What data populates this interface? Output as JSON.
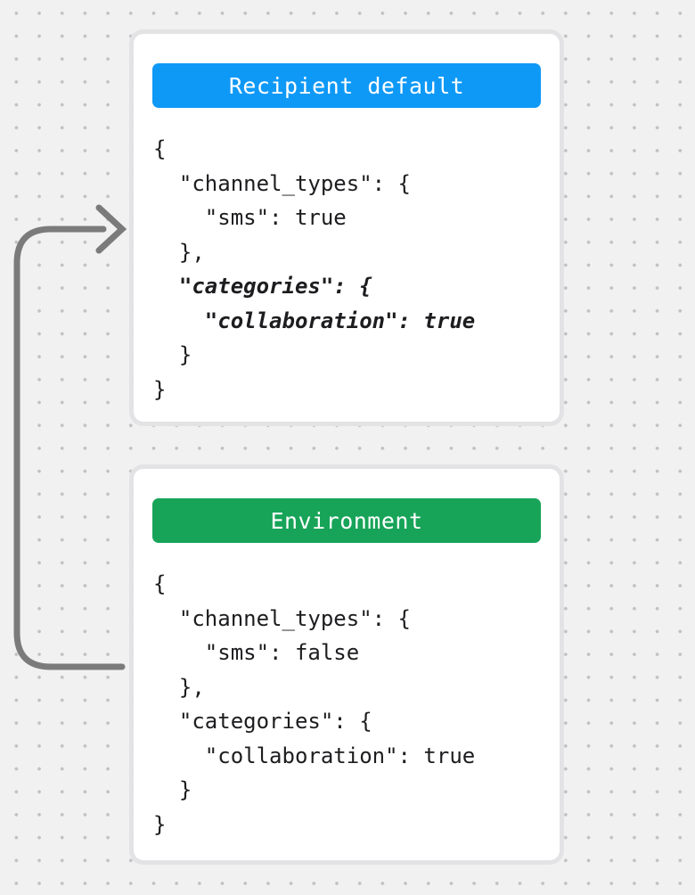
{
  "canvas": {
    "background_color": "#f1f1f2",
    "dot_color": "#c1c1c3"
  },
  "arrow": {
    "name": "environment-to-recipient-default-arrow",
    "color": "#7b7b7b"
  },
  "cards": [
    {
      "title": "Recipient default",
      "title_bg": "#0f99f7",
      "code_lines": [
        {
          "text": "{",
          "style": "normal"
        },
        {
          "text": "  \"channel_types\": {",
          "style": "normal"
        },
        {
          "text": "    \"sms\": true",
          "style": "normal"
        },
        {
          "text": "  },",
          "style": "normal"
        },
        {
          "text": "  \"categories\": {",
          "style": "italic"
        },
        {
          "text": "    \"collaboration\": true",
          "style": "italic"
        },
        {
          "text": "  }",
          "style": "normal"
        },
        {
          "text": "}",
          "style": "normal"
        }
      ]
    },
    {
      "title": "Environment",
      "title_bg": "#17a458",
      "code_lines": [
        {
          "text": "{",
          "style": "normal"
        },
        {
          "text": "  \"channel_types\": {",
          "style": "normal"
        },
        {
          "text": "    \"sms\": false",
          "style": "normal"
        },
        {
          "text": "  },",
          "style": "normal"
        },
        {
          "text": "  \"categories\": {",
          "style": "normal"
        },
        {
          "text": "    \"collaboration\": true",
          "style": "normal"
        },
        {
          "text": "  }",
          "style": "normal"
        },
        {
          "text": "}",
          "style": "normal"
        }
      ]
    }
  ]
}
